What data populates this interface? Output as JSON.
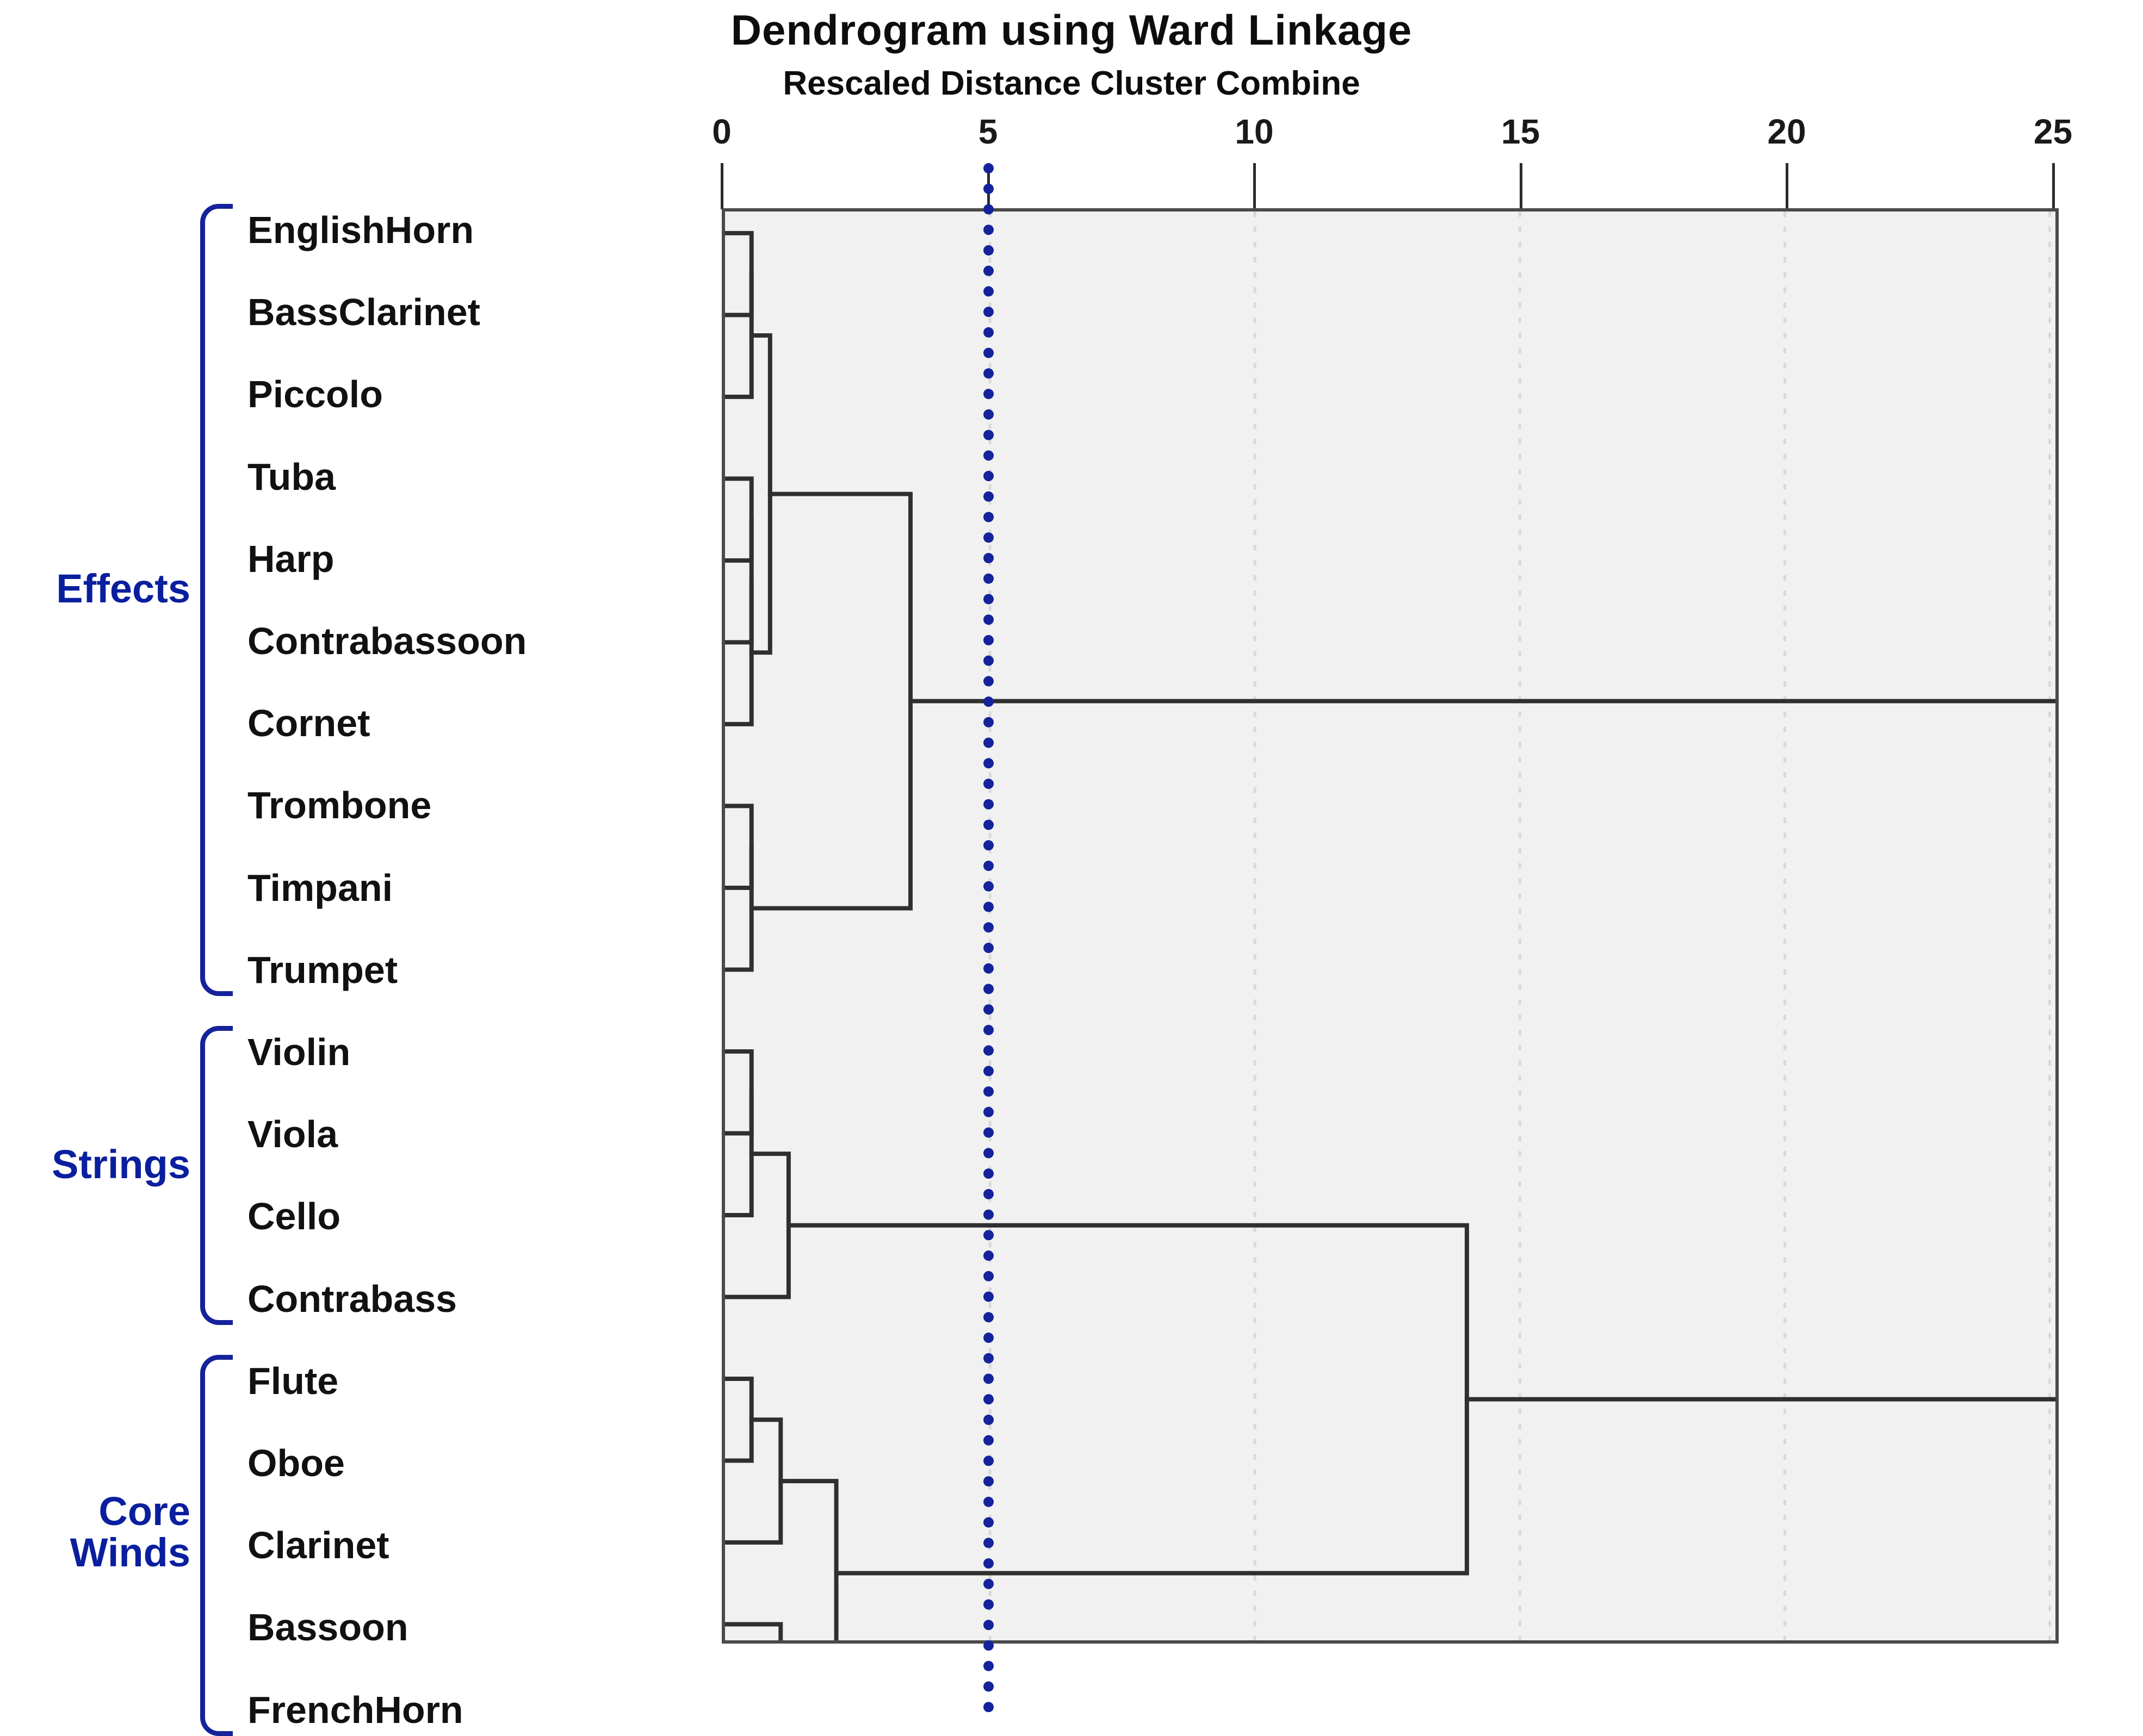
{
  "chart_data": {
    "type": "dendrogram",
    "title": "Dendrogram using Ward Linkage",
    "subtitle": "Rescaled Distance Cluster Combine",
    "xlabel": "Rescaled Distance Cluster Combine",
    "xlim": [
      0,
      25.7
    ],
    "xticks": [
      0,
      5,
      10,
      15,
      20,
      25
    ],
    "xticklabels": [
      "0",
      "5",
      "10",
      "15",
      "20",
      "25"
    ],
    "grid": "vertical-dotted",
    "leaves": [
      "EnglishHorn",
      "BassClarinet",
      "Piccolo",
      "Tuba",
      "Harp",
      "Contrabassoon",
      "Cornet",
      "Trombone",
      "Timpani",
      "Trumpet",
      "Violin",
      "Viola",
      "Cello",
      "Contrabass",
      "Flute",
      "Oboe",
      "Clarinet",
      "Bassoon",
      "FrenchHorn"
    ],
    "merges": [
      {
        "id": "m1",
        "left": "EnglishHorn",
        "right": "BassClarinet",
        "distance": 0.5
      },
      {
        "id": "m2",
        "left": "m1",
        "right": "Piccolo",
        "distance": 0.5
      },
      {
        "id": "m3",
        "left": "Tuba",
        "right": "Harp",
        "distance": 0.5
      },
      {
        "id": "m4",
        "left": "m3",
        "right": "Contrabassoon",
        "distance": 0.5
      },
      {
        "id": "m5",
        "left": "m4",
        "right": "Cornet",
        "distance": 0.5
      },
      {
        "id": "m6",
        "left": "m2",
        "right": "m5",
        "distance": 0.85
      },
      {
        "id": "m7",
        "left": "Trombone",
        "right": "Timpani",
        "distance": 0.5
      },
      {
        "id": "m8",
        "left": "m7",
        "right": "Trumpet",
        "distance": 0.5
      },
      {
        "id": "m9",
        "left": "m6",
        "right": "m8",
        "distance": 3.5
      },
      {
        "id": "m10",
        "left": "Violin",
        "right": "Viola",
        "distance": 0.5
      },
      {
        "id": "m11",
        "left": "m10",
        "right": "Cello",
        "distance": 0.5
      },
      {
        "id": "m12",
        "left": "m11",
        "right": "Contrabass",
        "distance": 1.2
      },
      {
        "id": "m13",
        "left": "Flute",
        "right": "Oboe",
        "distance": 0.5
      },
      {
        "id": "m14",
        "left": "m13",
        "right": "Clarinet",
        "distance": 1.05
      },
      {
        "id": "m15",
        "left": "Bassoon",
        "right": "FrenchHorn",
        "distance": 1.05
      },
      {
        "id": "m16",
        "left": "m14",
        "right": "m15",
        "distance": 2.1
      },
      {
        "id": "m17",
        "left": "m12",
        "right": "m16",
        "distance": 14.0
      },
      {
        "id": "m18",
        "left": "m9",
        "right": "m17",
        "distance": 25.2
      }
    ],
    "cut_line": {
      "value": 5,
      "color": "#14239b",
      "style": "dotted"
    },
    "clusters": [
      {
        "label": "Effects",
        "members": [
          "EnglishHorn",
          "BassClarinet",
          "Piccolo",
          "Tuba",
          "Harp",
          "Contrabassoon",
          "Cornet",
          "Trombone",
          "Timpani",
          "Trumpet"
        ]
      },
      {
        "label": "Strings",
        "members": [
          "Violin",
          "Viola",
          "Cello",
          "Contrabass"
        ]
      },
      {
        "label": "Core\nWinds",
        "members": [
          "Flute",
          "Oboe",
          "Clarinet",
          "Bassoon",
          "FrenchHorn"
        ]
      }
    ],
    "colors": {
      "plot_background": "#f1f1f1",
      "link_line": "#2f2f2f",
      "frame": "#4a4a4a",
      "cluster_accent": "#14239b",
      "gridline": "#d9d9d9",
      "text": "#111111"
    }
  }
}
